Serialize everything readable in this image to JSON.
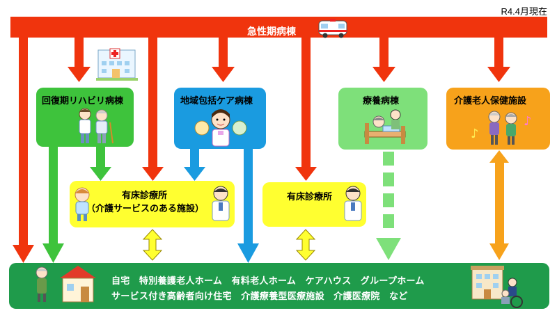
{
  "date_note": "R4.4月現在",
  "acute_ward": "急性期病棟",
  "nodes": {
    "rehab": "回復期リハビリ病棟",
    "community": "地域包括ケア病棟",
    "ryoyo": "療養病棟",
    "kaigo_rojin": "介護老人保健施設",
    "clinic_care_line1": "有床診療所",
    "clinic_care_line2": "（介護サービスのある施設）",
    "clinic": "有床診療所"
  },
  "home": {
    "line1": "自宅　特別養護老人ホーム　有料老人ホーム　ケアハウス　グループホーム",
    "line2": "サービス付き高齢者向け住宅　介護療養型医療施設　介護医療院　など"
  },
  "colors": {
    "red": "#f0340d",
    "green": "#3ec33c",
    "blue": "#1a9be0",
    "yellow": "#ffff30",
    "orange": "#f7a21b",
    "light_green": "#7ee07a",
    "bottom_green": "#1f9b4b"
  }
}
